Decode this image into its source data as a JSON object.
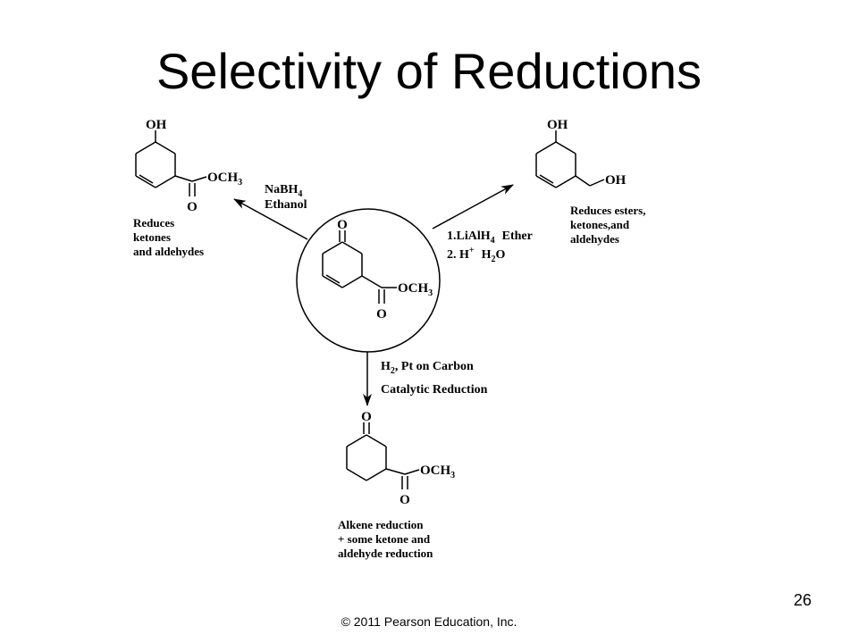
{
  "slide": {
    "title": "Selectivity of Reductions",
    "page_number": "26",
    "copyright": "© 2011 Pearson Education, Inc."
  },
  "diagram": {
    "start": {
      "labels": [
        "O",
        "OCH",
        "3",
        "O"
      ]
    },
    "nabh4": {
      "reagent_line1": [
        "NaBH",
        "4"
      ],
      "reagent_line2": "Ethanol",
      "product_labels": [
        "OH",
        "OCH",
        "3",
        "O"
      ],
      "note": [
        "Reduces",
        "ketones",
        "and aldehydes"
      ]
    },
    "lialh4": {
      "reagent_line1": [
        "1.LiAlH",
        "4",
        "Ether"
      ],
      "reagent_line2": [
        "2. H",
        "+",
        "H",
        "2",
        "O"
      ],
      "product_labels": [
        "OH",
        "OH"
      ],
      "note": [
        "Reduces  esters,",
        "ketones,and",
        "aldehydes"
      ]
    },
    "catalytic": {
      "reagent_line1": [
        "H",
        "2",
        ", Pt on Carbon"
      ],
      "reagent_line2": "Catalytic Reduction",
      "product_labels": [
        "O",
        "OCH",
        "3",
        "O"
      ],
      "note": [
        "Alkene reduction",
        "+ some ketone and",
        "aldehyde reduction"
      ]
    }
  }
}
